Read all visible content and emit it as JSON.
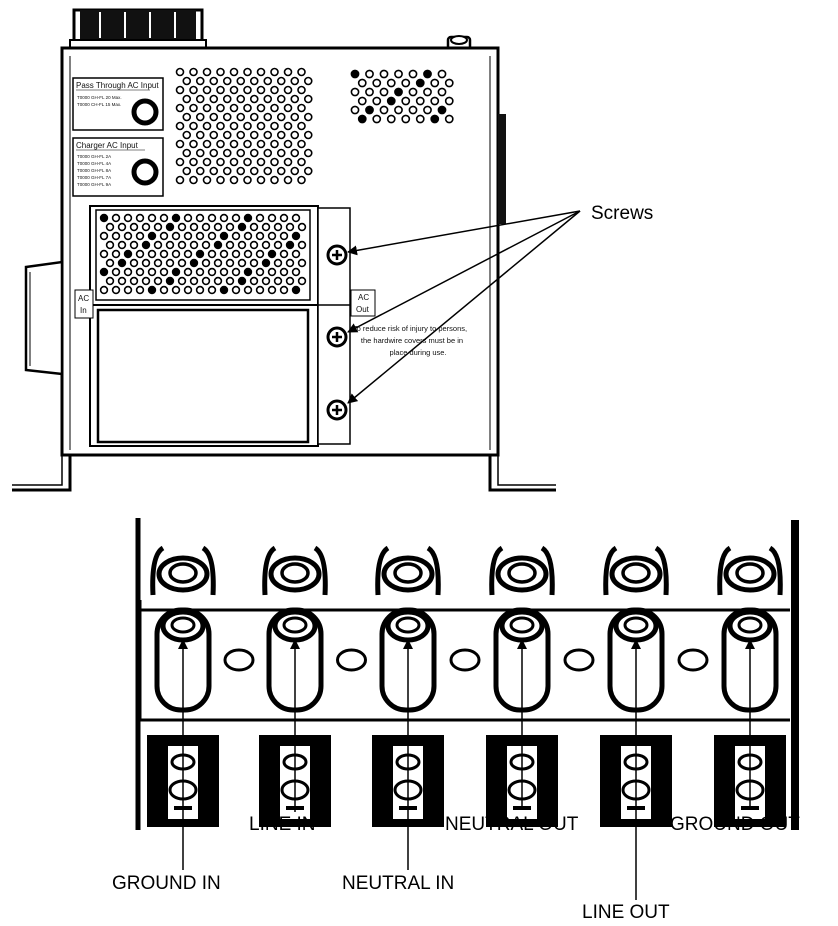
{
  "device_panel": {
    "pass_through_title": "Pass Through AC Input",
    "pass_through_lines": [
      "T0000 GH-FL 20 Max.",
      "T0000 CH-FL 15 Max."
    ],
    "charger_title": "Charger AC Input",
    "charger_lines": [
      "T0000 GH-FL 2A",
      "T0000 GH-FL 4A",
      "T0000 GH-FL 8A",
      "T0000 GH-FL 7A",
      "T0000 GH-FL 9A"
    ],
    "ac_in": [
      "AC",
      "In"
    ],
    "ac_out": [
      "AC",
      "Out"
    ],
    "notice": [
      "To reduce risk of injury to persons,",
      "the hardwire covers must be in",
      "place during use."
    ]
  },
  "callouts": {
    "screws": "Screws"
  },
  "terminals": {
    "ground_in": "GROUND IN",
    "line_in": "LINE IN",
    "neutral_in": "NEUTRAL IN",
    "neutral_out": "NEUTRAL OUT",
    "line_out": "LINE OUT",
    "ground_out": "GROUND OUT"
  }
}
